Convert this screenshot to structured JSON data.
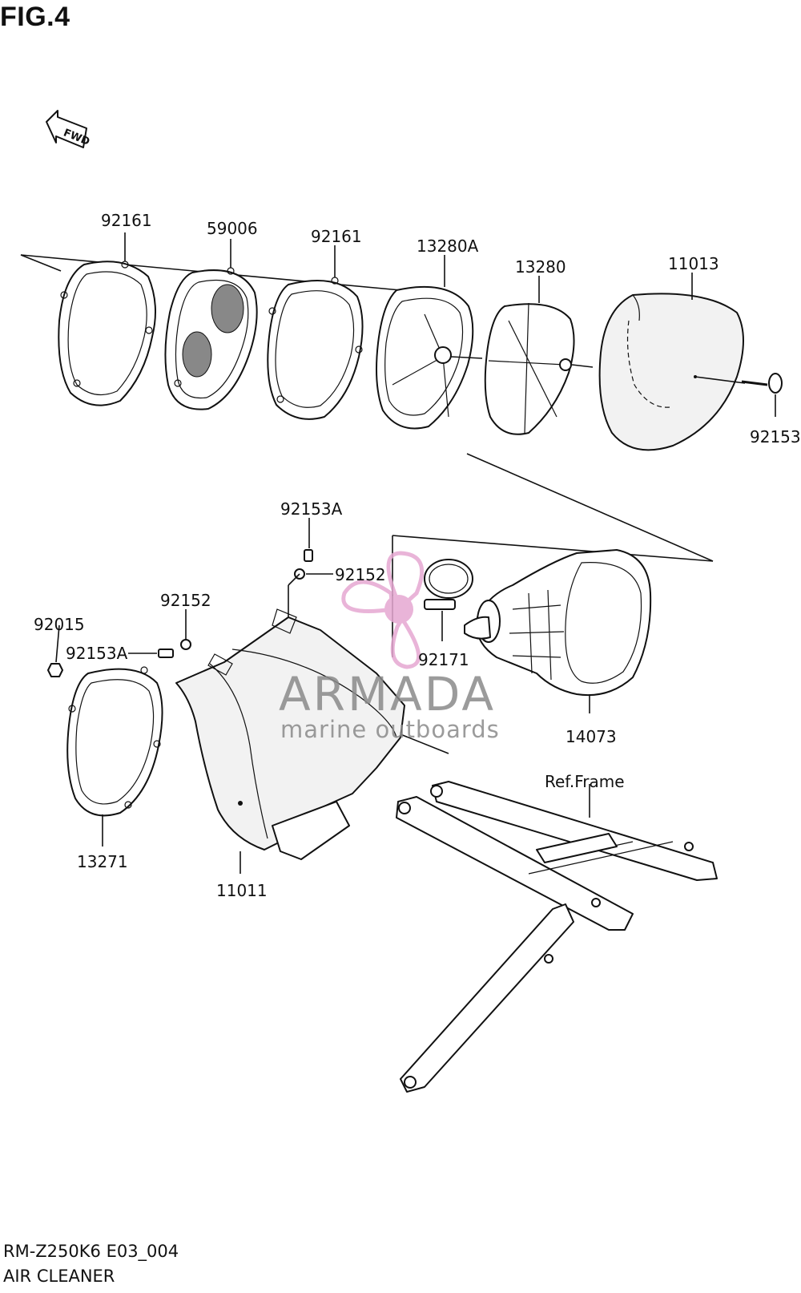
{
  "figure": {
    "title": "FIG.4",
    "direction_marker": "FWD"
  },
  "parts": [
    {
      "number": "92161"
    },
    {
      "number": "59006"
    },
    {
      "number": "92161"
    },
    {
      "number": "13280A"
    },
    {
      "number": "13280"
    },
    {
      "number": "11013"
    },
    {
      "number": "92153"
    },
    {
      "number": "92153A"
    },
    {
      "number": "92152"
    },
    {
      "number": "92152"
    },
    {
      "number": "92015"
    },
    {
      "number": "92153A"
    },
    {
      "number": "92171"
    },
    {
      "number": "14073"
    },
    {
      "number": "Ref.Frame"
    },
    {
      "number": "13271"
    },
    {
      "number": "11011"
    }
  ],
  "watermark": {
    "brand": "ARMADA",
    "tagline": "marine outboards",
    "color": "#e6a8d2"
  },
  "footer": {
    "model_code": "RM-Z250K6 E03_004",
    "section_name": "AIR CLEANER"
  }
}
